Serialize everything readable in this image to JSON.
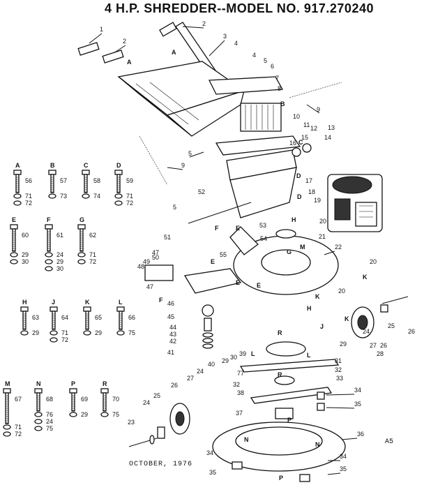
{
  "header": {
    "title": "4 H.P. SHREDDER--MODEL NO. 917.270240"
  },
  "footer": {
    "date": "OCTOBER, 1976",
    "page_code": "A5"
  },
  "hardware_groups": [
    {
      "letter": "A",
      "parts": [
        "56",
        "71",
        "72"
      ]
    },
    {
      "letter": "B",
      "parts": [
        "57",
        "73"
      ]
    },
    {
      "letter": "C",
      "parts": [
        "58",
        "74"
      ]
    },
    {
      "letter": "D",
      "parts": [
        "59",
        "71",
        "72"
      ]
    },
    {
      "letter": "E",
      "parts": [
        "60",
        "29",
        "30"
      ]
    },
    {
      "letter": "F",
      "parts": [
        "61",
        "24",
        "29",
        "30"
      ]
    },
    {
      "letter": "G",
      "parts": [
        "62",
        "71",
        "72"
      ]
    },
    {
      "letter": "H",
      "parts": [
        "63",
        "29"
      ]
    },
    {
      "letter": "J",
      "parts": [
        "64",
        "71",
        "72"
      ]
    },
    {
      "letter": "K",
      "parts": [
        "65",
        "29"
      ]
    },
    {
      "letter": "L",
      "parts": [
        "66",
        "75"
      ]
    },
    {
      "letter": "M",
      "parts": [
        "67",
        "71",
        "72"
      ]
    },
    {
      "letter": "N",
      "parts": [
        "68",
        "76",
        "24",
        "75"
      ]
    },
    {
      "letter": "P",
      "parts": [
        "69",
        "29"
      ]
    },
    {
      "letter": "R",
      "parts": [
        "70",
        "75"
      ]
    }
  ],
  "callouts": {
    "c1": "1",
    "c2a": "2",
    "c2b": "2",
    "c3": "3",
    "c4a": "4",
    "c4b": "4",
    "c5a": "5",
    "c5b": "5",
    "c5c": "5",
    "c6": "6",
    "c7": "7",
    "c8": "8",
    "c9a": "9",
    "c9b": "9",
    "c10": "10",
    "c11": "11",
    "c12": "12",
    "c13": "13",
    "c14": "14",
    "c15": "15",
    "c16": "16",
    "c17": "17",
    "c18": "18",
    "c19": "19",
    "c20a": "20",
    "c20b": "20",
    "c20c": "20",
    "c21": "21",
    "c22": "22",
    "c23": "23",
    "c24a": "24",
    "c24b": "24",
    "c24c": "24",
    "c25a": "25",
    "c25b": "25",
    "c26a": "26",
    "c26b": "26",
    "c26c": "26",
    "c27a": "27",
    "c27b": "27",
    "c28": "28",
    "c29a": "29",
    "c29b": "29",
    "c30": "30",
    "c31": "31",
    "c32a": "32",
    "c32b": "32",
    "c33": "33",
    "c34a": "34",
    "c34b": "34",
    "c34c": "34",
    "c35a": "35",
    "c35b": "35",
    "c35c": "35",
    "c36a": "36",
    "c36b": "36",
    "c37": "37",
    "c38": "38",
    "c39": "39",
    "c40": "40",
    "c41": "41",
    "c42": "42",
    "c43": "43",
    "c44": "44",
    "c45": "45",
    "c46": "46",
    "c47a": "47",
    "c47b": "47",
    "c48": "48",
    "c49": "49",
    "c50": "50",
    "c51": "51",
    "c52": "52",
    "c53": "53",
    "c54": "54",
    "c55": "55",
    "c77": "77"
  },
  "letters": {
    "lA1": "A",
    "lA2": "A",
    "lB1": "B",
    "lC1": "C",
    "lD1": "D",
    "lD2": "D",
    "lE1": "E",
    "lE2": "E",
    "lE3": "E",
    "lE4": "E",
    "lF1": "F",
    "lF2": "F",
    "lG1": "G",
    "lH1": "H",
    "lH2": "H",
    "lJ1": "J",
    "lK1": "K",
    "lK2": "K",
    "lK3": "K",
    "lL1": "L",
    "lL2": "L",
    "lM1": "M",
    "lN1": "N",
    "lN2": "N",
    "lP1": "P",
    "lP2": "P",
    "lR1": "R",
    "lR2": "R"
  }
}
